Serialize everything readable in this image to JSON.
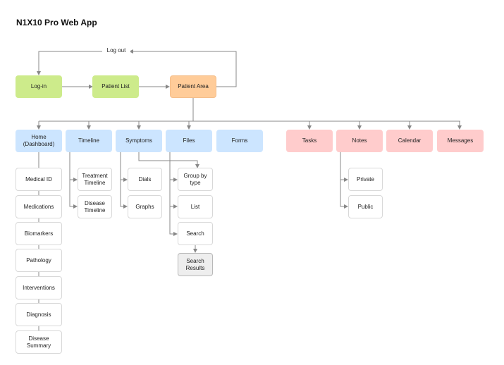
{
  "title": "N1X10 Pro Web App",
  "logout_label": "Log out",
  "nodes": {
    "login": "Log-in",
    "patient_list": "Patient List",
    "patient_area": "Patient Area",
    "home": "Home\n(Dashboard)",
    "timeline": "Timeline",
    "symptoms": "Symptoms",
    "files": "Files",
    "forms": "Forms",
    "tasks": "Tasks",
    "notes": "Notes",
    "calendar": "Calendar",
    "messages": "Messages",
    "medical_id": "Medical ID",
    "medications": "Medications",
    "biomarkers": "Biomarkers",
    "pathology": "Pathology",
    "interventions": "Interventions",
    "diagnosis": "Diagnosis",
    "disease_summary": "Disease\nSummary",
    "treatment_timeline": "Treatment\nTimeline",
    "disease_timeline": "Disease\nTimeline",
    "dials": "Dials",
    "graphs": "Graphs",
    "group_by_type": "Group by\ntype",
    "list": "List",
    "search": "Search",
    "search_results": "Search\nResults",
    "private": "Private",
    "public": "Public"
  },
  "colors": {
    "green": "#cdeb8b",
    "orange": "#ffcc99",
    "blue": "#cce5ff",
    "pink": "#ffcccc",
    "grey": "#eeeeee",
    "edge": "#888888"
  }
}
